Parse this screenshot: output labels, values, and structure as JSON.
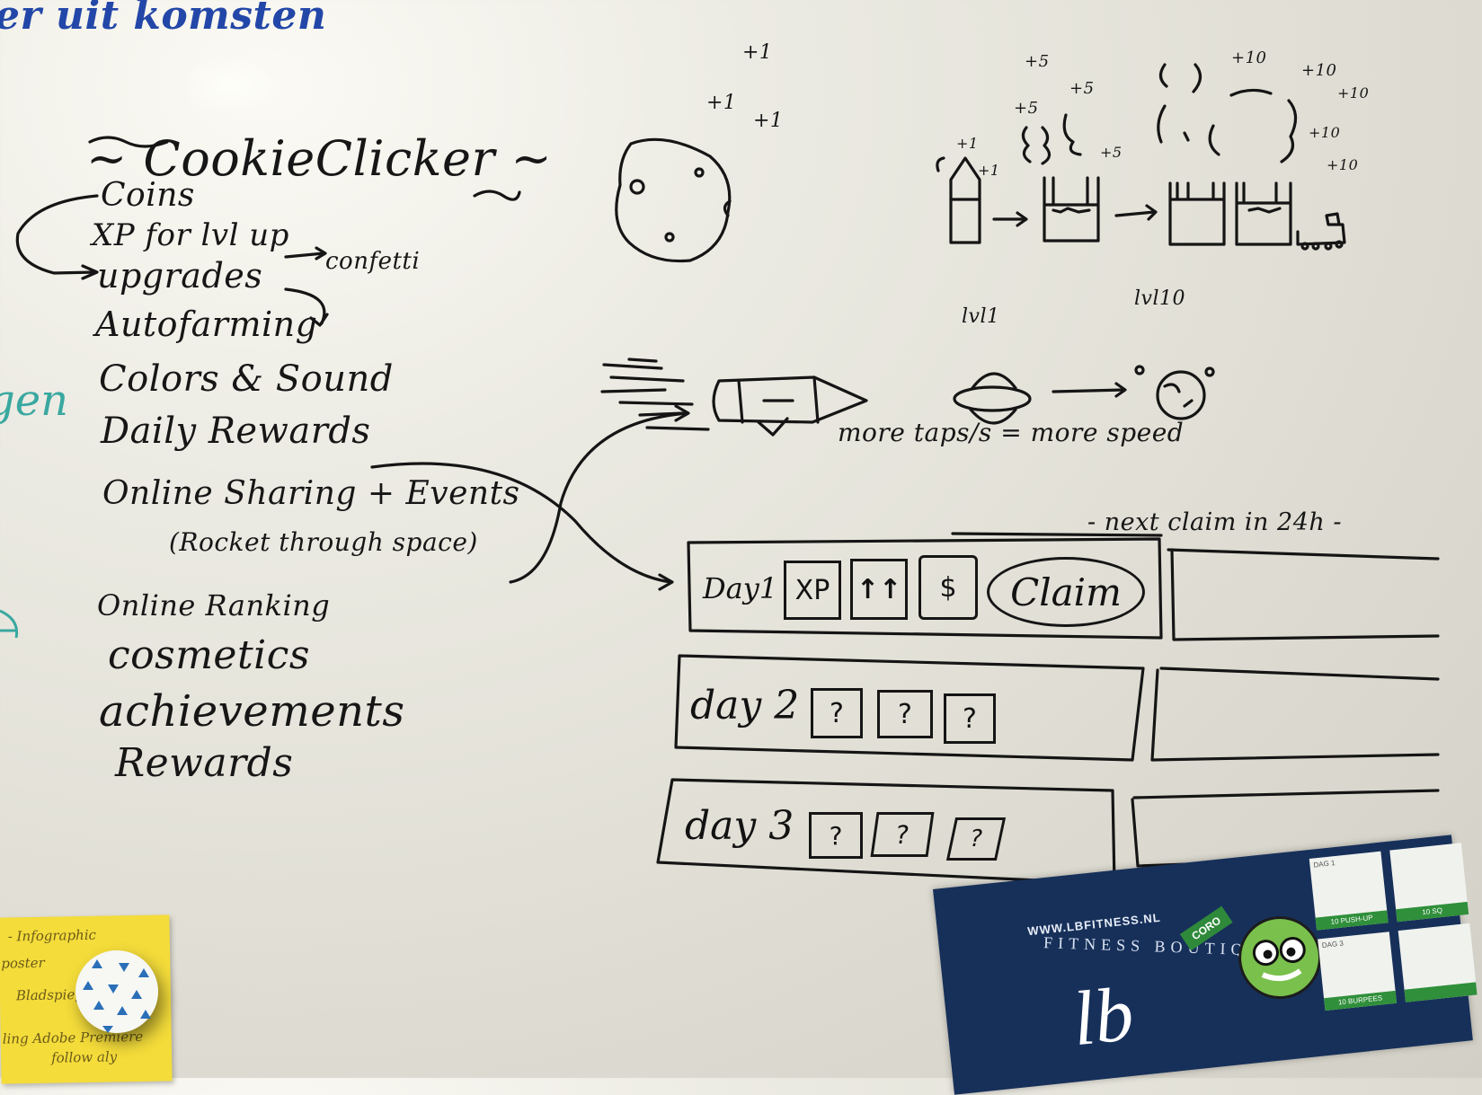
{
  "heading": "er uit komsten",
  "title": "~ CookieClicker ~",
  "side_fragments": {
    "gen": "gen"
  },
  "feature_list": [
    "Coins",
    "XP for lvl up",
    "upgrades",
    "Autofarming",
    "Colors & Sound",
    "Daily Rewards",
    "Online Sharing + Events",
    "(Rocket through space)",
    "Online Ranking",
    "cosmetics",
    "achievements",
    "Rewards"
  ],
  "confetti_note": "confetti",
  "cookie_gains": [
    "+1",
    "+1",
    "+1"
  ],
  "buildings": {
    "gains": [
      "+1",
      "+1",
      "+5",
      "+5",
      "+5",
      "+5",
      "+10",
      "+10",
      "+10",
      "+10",
      "+10"
    ],
    "lvl1": "lvl1",
    "lvl10": "lvl10"
  },
  "rocket_caption": "more taps/s = more speed",
  "daily_rewards": {
    "next_claim": "- next claim in 24h -",
    "rows": [
      {
        "label": "Day1",
        "items": [
          "XP",
          "↑↑",
          "$"
        ],
        "action": "Claim"
      },
      {
        "label": "day 2",
        "items": [
          "?",
          "?",
          "?"
        ]
      },
      {
        "label": "day 3",
        "items": [
          "?",
          "?",
          "?"
        ]
      }
    ]
  },
  "sticky_note": {
    "color": "#f4dc3a",
    "lines": [
      "- Infographic",
      "poster",
      "Bladspiegel",
      "ling Adobe Premiere",
      "follow aly"
    ]
  },
  "poster": {
    "url": "WWW.LBFITNESS.NL",
    "arc_text": "FITNESS BOUTIQUE",
    "logo": "lb",
    "tag": "CORO",
    "tiles": [
      {
        "top": "DAG 1",
        "caption": "10 PUSH-UP"
      },
      {
        "top": "",
        "caption": "10 SQ"
      },
      {
        "top": "DAG 3",
        "caption": "10 BURPEES"
      },
      {
        "top": "",
        "caption": ""
      }
    ]
  },
  "colors": {
    "ink": "#151515",
    "marker_blue": "#2347a8",
    "teal": "#39a8a0",
    "poster_navy": "#17305a"
  }
}
